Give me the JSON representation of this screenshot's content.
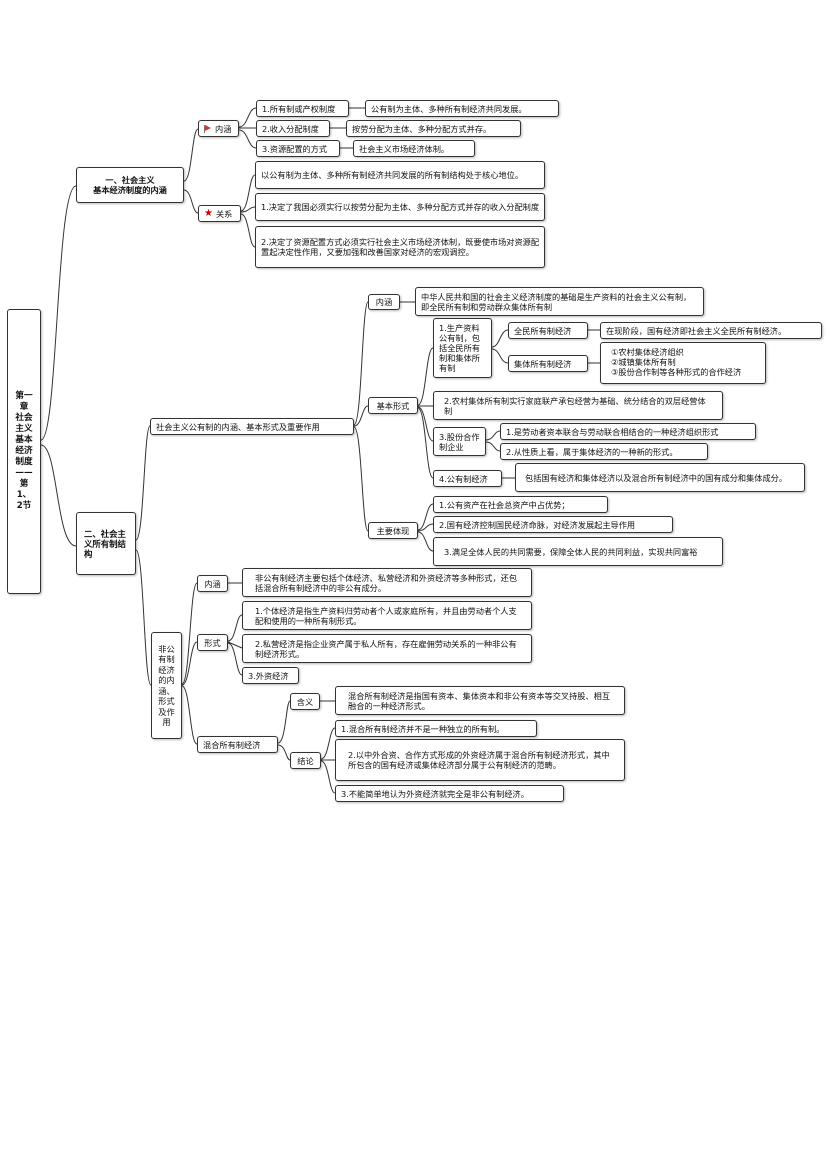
{
  "root": "第一章 社会主义基本经济制度——第1、2节",
  "s1": {
    "title_line1": "一、社会主义",
    "title_line2": "基本经济制度的内涵",
    "neihan": {
      "label": "内涵",
      "items": [
        {
          "label": "1.所有制或产权制度",
          "detail": "公有制为主体、多种所有制经济共同发展。"
        },
        {
          "label": "2.收入分配制度",
          "detail": "按劳分配为主体、多种分配方式并存。"
        },
        {
          "label": "3.资源配置的方式",
          "detail": "社会主义市场经济体制。"
        }
      ]
    },
    "guanxi": {
      "label": "关系",
      "items": [
        "以公有制为主体、多种所有制经济共同发展的所有制结构处于核心地位。",
        "1.决定了我国必须实行以按劳分配为主体、多种分配方式并存的收入分配制度",
        "2.决定了资源配置方式必须实行社会主义市场经济体制，既要使市场对资源配置起决定性作用，又要加强和改善国家对经济的宏观调控。"
      ]
    }
  },
  "s2": {
    "title": "二、社会主义所有制结构",
    "public": {
      "title": "社会主义公有制的内涵、基本形式及重要作用",
      "neihan": {
        "label": "内涵",
        "text": "中华人民共和国的社会主义经济制度的基础是生产资料的社会主义公有制，即全民所有制和劳动群众集体所有制"
      },
      "forms": {
        "label": "基本形式",
        "f1": {
          "label": "1.生产资料公有制，包括全民所有制和集体所有制",
          "quanmin": {
            "label": "全民所有制经济",
            "detail": "在现阶段，国有经济即社会主义全民所有制经济。"
          },
          "jiti": {
            "label": "集体所有制经济",
            "detail_lines": [
              "①农村集体经济组织",
              "②城镇集体所有制",
              "③股份合作制等各种形式的合作经济"
            ]
          }
        },
        "f2": "2.农村集体所有制实行家庭联产承包经营为基础、统分结合的双层经营体制",
        "f3": {
          "label": "3.股份合作制企业",
          "items": [
            "1.是劳动者资本联合与劳动联合相结合的一种经济组织形式",
            "2.从性质上看，属于集体经济的一种新的形式。"
          ]
        },
        "f4": {
          "label": "4.公有制经济",
          "detail": "包括国有经济和集体经济以及混合所有制经济中的国有成分和集体成分。"
        }
      },
      "role": {
        "label": "主要体现",
        "items": [
          "1.公有资产在社会总资产中占优势；",
          "2.国有经济控制国民经济命脉，对经济发展起主导作用",
          "3.满足全体人民的共同需要，保障全体人民的共同利益，实现共同富裕"
        ]
      }
    },
    "nonpublic": {
      "title": "非公有制经济的内涵、形式及作用",
      "neihan": {
        "label": "内涵",
        "text": "非公有制经济主要包括个体经济、私营经济和外资经济等多种形式，还包括混合所有制经济中的非公有成分。"
      },
      "forms": {
        "label": "形式",
        "items": [
          "1.个体经济是指生产资料归劳动者个人或家庭所有，并且由劳动者个人支配和使用的一种所有制形式。",
          "2.私营经济是指企业资产属于私人所有，存在雇佣劳动关系的一种非公有制经济形式。",
          "3.外资经济"
        ]
      },
      "mixed": {
        "label": "混合所有制经济",
        "hanyi": {
          "label": "含义",
          "text": "混合所有制经济是指国有资本、集体资本和非公有资本等交叉持股、相互融合的一种经济形式。"
        },
        "jielun": {
          "label": "结论",
          "items": [
            "1.混合所有制经济并不是一种独立的所有制。",
            "2.以中外合资、合作方式形成的外资经济属于混合所有制经济形式，其中所包含的国有经济或集体经济部分属于公有制经济的范畴。",
            "3.不能简单地认为外资经济就完全是非公有制经济。"
          ]
        }
      }
    }
  }
}
